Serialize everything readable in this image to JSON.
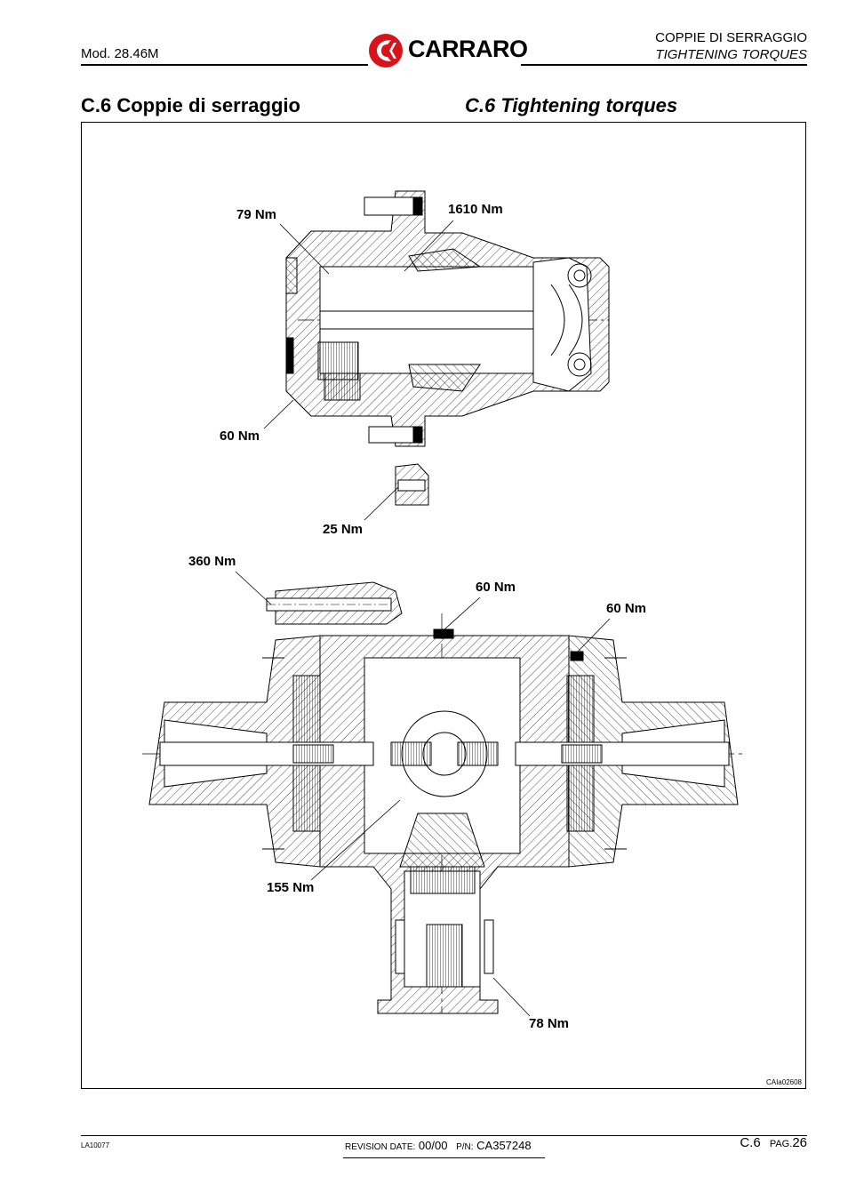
{
  "header": {
    "model": "Mod. 28.46M",
    "brand": "CARRARO",
    "section_it": "COPPIE DI SERRAGGIO",
    "section_en": "TIGHTENING TORQUES"
  },
  "titles": {
    "it": "C.6   Coppie di serraggio",
    "en": "C.6   Tightening torques"
  },
  "torques": {
    "t79": "79 Nm",
    "t1610": "1610 Nm",
    "t60a": "60 Nm",
    "t25": "25 Nm",
    "t360": "360 Nm",
    "t60b": "60 Nm",
    "t60c": "60 Nm",
    "t155": "155 Nm",
    "t78": "78 Nm"
  },
  "drawing_code": "CAIa02608",
  "footer": {
    "left_code": "LA10077",
    "revision_label": "REVISION DATE:",
    "revision_value": "00/00",
    "pn_label": "P/N:",
    "pn_value": "CA357248",
    "section": "C.6",
    "page_label": "PAG.",
    "page_value": "26"
  },
  "colors": {
    "logo_red": "#d7141a"
  }
}
